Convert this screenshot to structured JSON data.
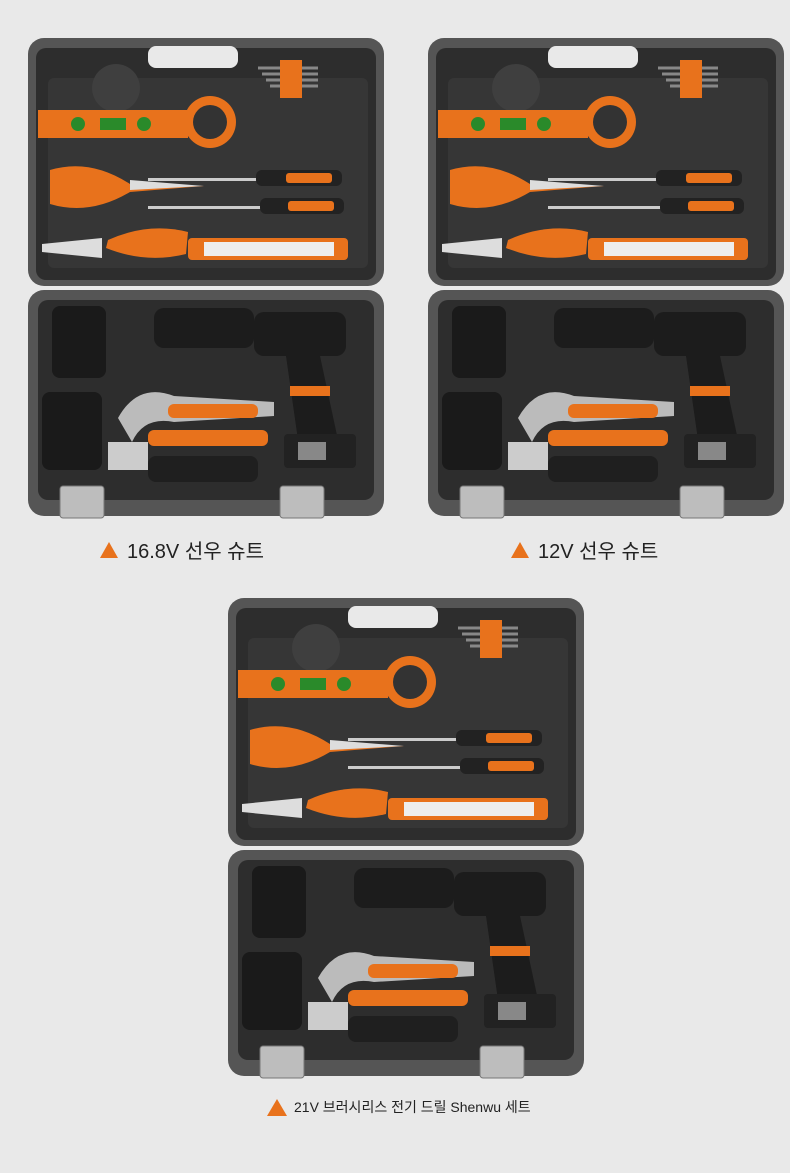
{
  "kits": [
    {
      "caption": "16.8V 선우 슈트",
      "variant": "16.8V"
    },
    {
      "caption": "12V 선우 슈트",
      "variant": "12V"
    },
    {
      "caption": "21V 브러시리스 전기 드릴 Shenwu 세트",
      "variant": "21V"
    }
  ],
  "colors": {
    "accent": "#e8721c",
    "case": "#4a4a4a",
    "tray": "#2e2e2e",
    "background": "#e9e9e9"
  }
}
